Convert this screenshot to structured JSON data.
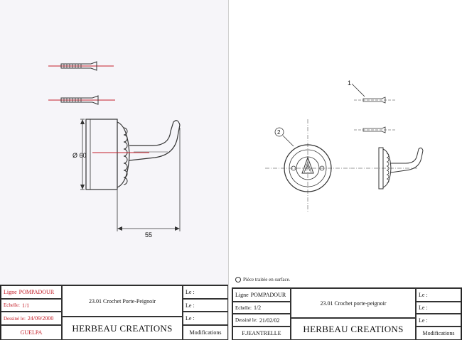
{
  "left_sheet": {
    "dimensions": {
      "diameter": "Ø 60",
      "depth": "55"
    },
    "title_block": {
      "ligne_label": "Ligne",
      "ligne_value": "POMPADOUR",
      "echelle_label": "Echelle:",
      "echelle_value": "1/1",
      "dessine_label": "Dessiné le:",
      "dessine_value": "24/09/2000",
      "author": "GUELPA",
      "product": "23.01 Crochet Porte-Peignoir",
      "brand": "HERBEAU CREATIONS",
      "le_labels": [
        "Le :",
        "Le :",
        "Le :"
      ],
      "modifications": "Modifications"
    }
  },
  "right_sheet": {
    "callouts": {
      "screw": "1",
      "base": "2"
    },
    "note": "Pièce traitée en surface.",
    "title_block": {
      "ligne_label": "Ligne",
      "ligne_value": "POMPADOUR",
      "echelle_label": "Echelle:",
      "echelle_value": "1/2",
      "dessine_label": "Dessiné le:",
      "dessine_value": "21/02/02",
      "author": "F.JEANTRELLE",
      "product": "23.01 Crochet porte-peignoir",
      "brand": "HERBEAU CREATIONS",
      "le_labels": [
        "Le :",
        "Le :",
        "Le :"
      ],
      "modifications": "Modifications"
    }
  },
  "colors": {
    "accent_red": "#c4202a",
    "line": "#333333"
  }
}
